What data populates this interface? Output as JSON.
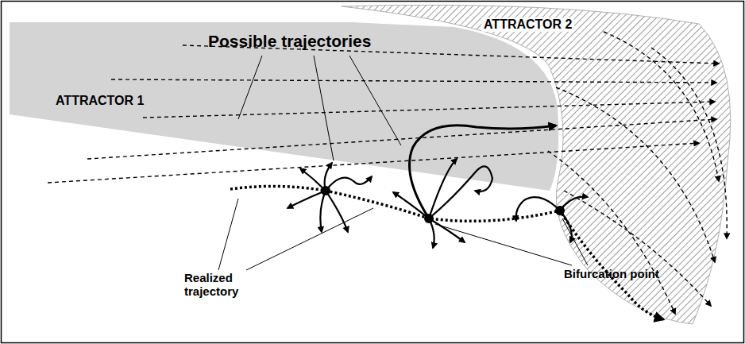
{
  "diagram": {
    "nodes": [
      {
        "text": [
          "ATTRACTOR 1"
        ]
      },
      {
        "text": [
          "ATTRACTOR 2"
        ]
      }
    ],
    "labels": [
      "Possible trajectories",
      "Realized trajectory",
      "Bifurcation point"
    ]
  }
}
